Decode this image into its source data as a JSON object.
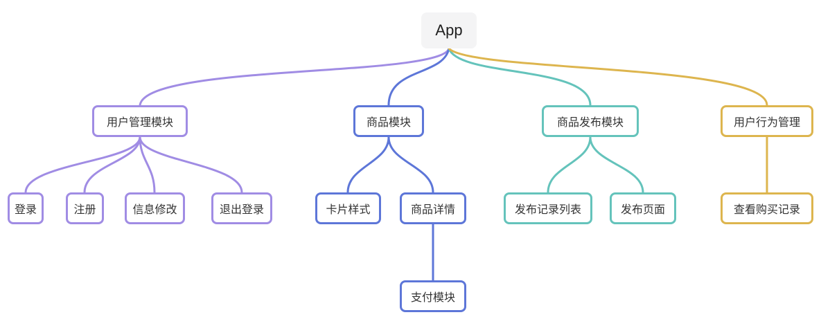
{
  "root": {
    "label": "App"
  },
  "colors": {
    "purple": "#a08ce4",
    "blue": "#5d76d8",
    "teal": "#64c3bb",
    "gold": "#ddb54e",
    "root_bg": "#f4f4f5",
    "node_bg": "#ffffff",
    "text": "#333333"
  },
  "branches": [
    {
      "label": "用户管理模块",
      "color": "purple",
      "children": [
        {
          "label": "登录"
        },
        {
          "label": "注册"
        },
        {
          "label": "信息修改"
        },
        {
          "label": "退出登录"
        }
      ]
    },
    {
      "label": "商品模块",
      "color": "blue",
      "children": [
        {
          "label": "卡片样式"
        },
        {
          "label": "商品详情",
          "children": [
            {
              "label": "支付模块"
            }
          ]
        }
      ]
    },
    {
      "label": "商品发布模块",
      "color": "teal",
      "children": [
        {
          "label": "发布记录列表"
        },
        {
          "label": "发布页面"
        }
      ]
    },
    {
      "label": "用户行为管理",
      "color": "gold",
      "children": [
        {
          "label": "查看购买记录"
        }
      ]
    }
  ]
}
